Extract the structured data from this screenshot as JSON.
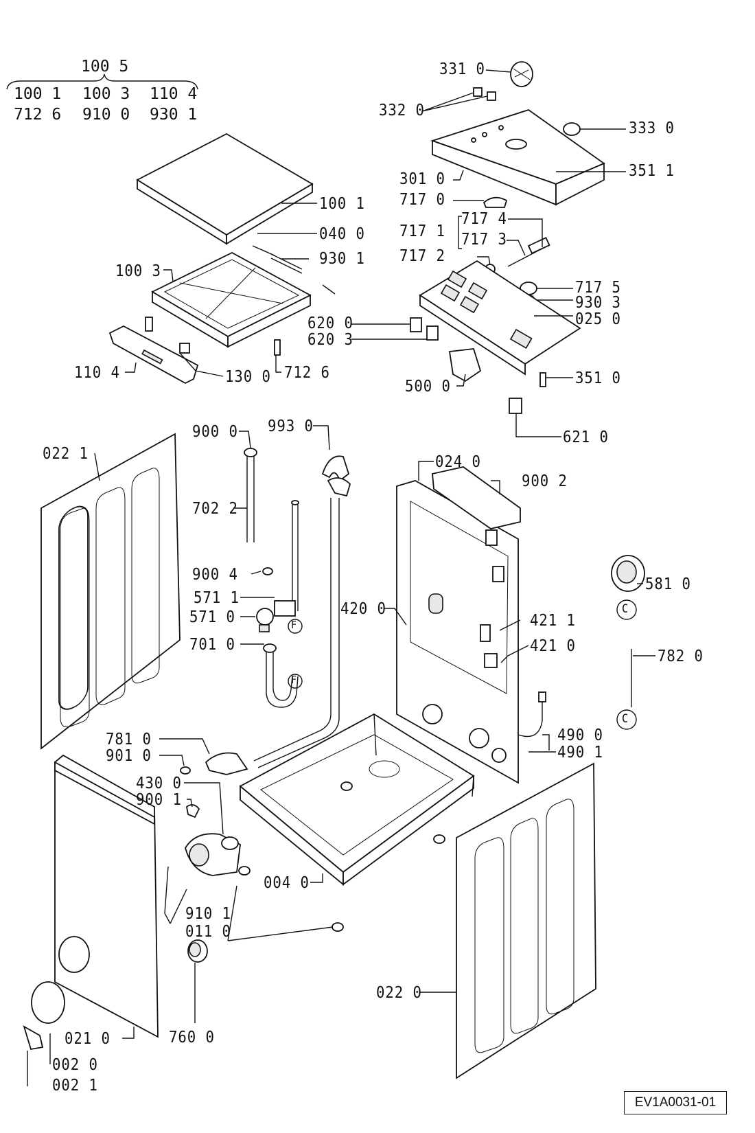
{
  "header_group": {
    "title": "100 5",
    "row1": [
      "100 1",
      "100 3",
      "110 4"
    ],
    "row2": [
      "712 6",
      "910 0",
      "930 1"
    ]
  },
  "labels": {
    "l3310": "331 0",
    "l3320": "332 0",
    "l3330": "333 0",
    "l3011": "301 0",
    "l3511": "351 1",
    "l7170": "717 0",
    "l7171": "717 1",
    "l7174": "717 4",
    "l7173": "717 3",
    "l7172": "717 2",
    "l7175": "717 5",
    "l9303": "930 3",
    "l0250": "025 0",
    "l6200": "620 0",
    "l6203": "620 3",
    "l3510": "351 0",
    "l5000": "500 0",
    "l6210": "621 0",
    "l1001": "100 1",
    "l0400": "040 0",
    "l9301": "930 1",
    "l1003": "100 3",
    "l1104": "110 4",
    "l1300": "130 0",
    "l7126": "712 6",
    "l9000": "900 0",
    "l9930": "993 0",
    "l0221": "022 1",
    "l7022": "702 2",
    "l9004": "900 4",
    "l5711": "571 1",
    "l5710": "571 0",
    "l7010": "701 0",
    "l4200": "420 0",
    "l0240": "024 0",
    "l9002": "900 2",
    "l5810": "581 0",
    "l4211": "421 1",
    "l4210": "421 0",
    "l7820": "782 0",
    "l4900": "490 0",
    "l4901": "490 1",
    "l7810": "781 0",
    "l9010": "901 0",
    "l4300": "430 0",
    "l9001": "900 1",
    "l0040": "004 0",
    "l9101": "910 1",
    "l0110": "011 0",
    "l7600": "760 0",
    "l0210": "021 0",
    "l0020": "002 0",
    "l0021": "002 1",
    "l0220": "022 0"
  },
  "connectors": {
    "f1": "F",
    "f2": "F",
    "c1": "C",
    "c2": "C"
  },
  "doc_ref": "EV1A0031-01"
}
